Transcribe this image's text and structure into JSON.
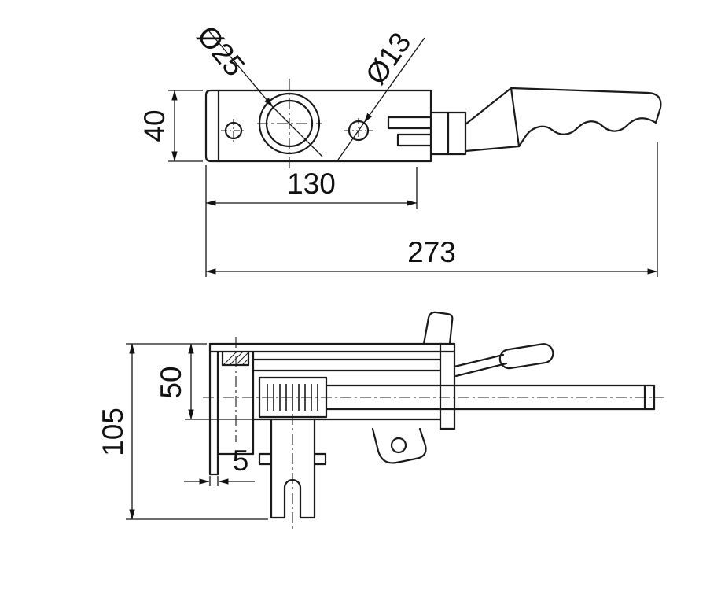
{
  "dims": {
    "dia25": "Ø25",
    "dia13": "Ø13",
    "w40": "40",
    "l130": "130",
    "l273": "273",
    "h50": "50",
    "h105": "105",
    "t5": "5"
  },
  "colors": {
    "line": "#1a1a1a",
    "background": "#ffffff"
  }
}
